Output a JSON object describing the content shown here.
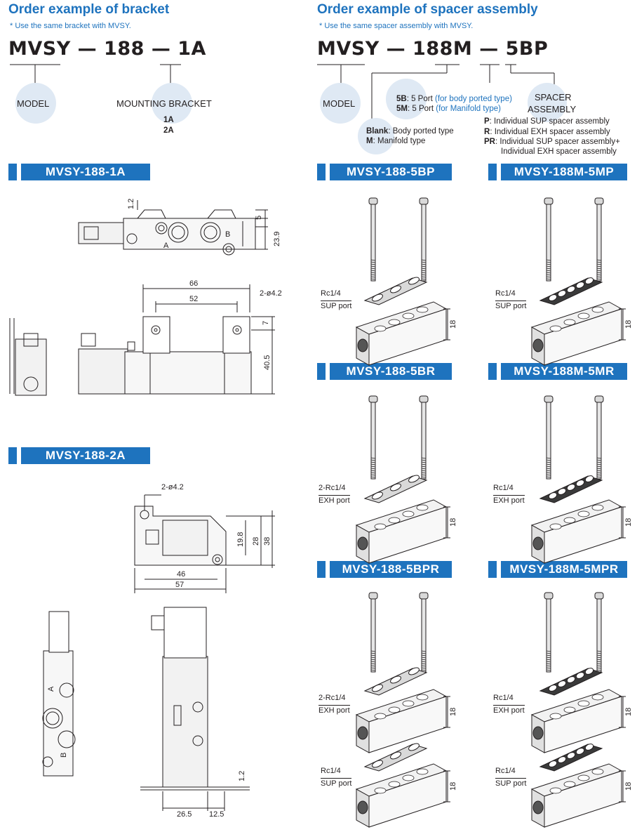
{
  "bracket": {
    "heading": "Order example of bracket",
    "note": "* Use the same bracket with MVSY.",
    "code": "MVSY — 188 — 1A",
    "model_label": "MODEL",
    "mounting_label": "MOUNTING BRACKET",
    "options": [
      "1A",
      "2A"
    ]
  },
  "spacer": {
    "heading": "Order example of spacer assembly",
    "note": "* Use the same spacer assembly with MVSY.",
    "code": "MVSY — 188M — 5BP",
    "model_label": "MODEL",
    "port_5b_key": "5B",
    "port_5b_text": ": 5 Port ",
    "port_5b_note": "(for body ported type)",
    "port_5m_key": "5M",
    "port_5m_text": ": 5 Port ",
    "port_5m_note": "(for Manifold type)",
    "spacer_line1": "SPACER",
    "spacer_line2": "ASSEMBLY",
    "blank_key": "Blank",
    "blank_text": ": Body ported type",
    "m_key": "M",
    "m_text": ": Manifold type",
    "p_key": "P",
    "p_text": ": Individual SUP spacer assembly",
    "r_key": "R",
    "r_text": ": Individual EXH spacer assembly",
    "pr_key": "PR",
    "pr_text": ": Individual SUP spacer assembly+",
    "pr_text2": "Individual EXH spacer assembly"
  },
  "bands": {
    "mvsy_188_1a": "MVSY-188-1A",
    "mvsy_188_2a": "MVSY-188-2A",
    "mvsy_188_5bp": "MVSY-188-5BP",
    "mvsy_188m_5mp": "MVSY-188M-5MP",
    "mvsy_188_5br": "MVSY-188-5BR",
    "mvsy_188m_5mr": "MVSY-188M-5MR",
    "mvsy_188_5bpr": "MVSY-188-5BPR",
    "mvsy_188m_5mpr": "MVSY-188M-5MPR"
  },
  "dims_1a": {
    "d1_2": "1.2",
    "d5": "5",
    "d23_9": "23.9",
    "d66": "66",
    "d52": "52",
    "hole": "2-ø4.2",
    "d7": "7",
    "d40_5": "40.5",
    "port_a": "A",
    "port_b": "B"
  },
  "dims_2a": {
    "hole": "2-ø4.2",
    "d19_8": "19.8",
    "d28": "28",
    "d38": "38",
    "d46": "46",
    "d57": "57",
    "d1_2": "1.2",
    "d26_5": "26.5",
    "d12_5": "12.5",
    "port_a": "A",
    "port_b": "B"
  },
  "ports": {
    "rc14": "Rc1/4",
    "sup_port": "SUP port",
    "rc14_2": "2-Rc1/4",
    "exh_port": "EXH port",
    "dim18": "18"
  }
}
